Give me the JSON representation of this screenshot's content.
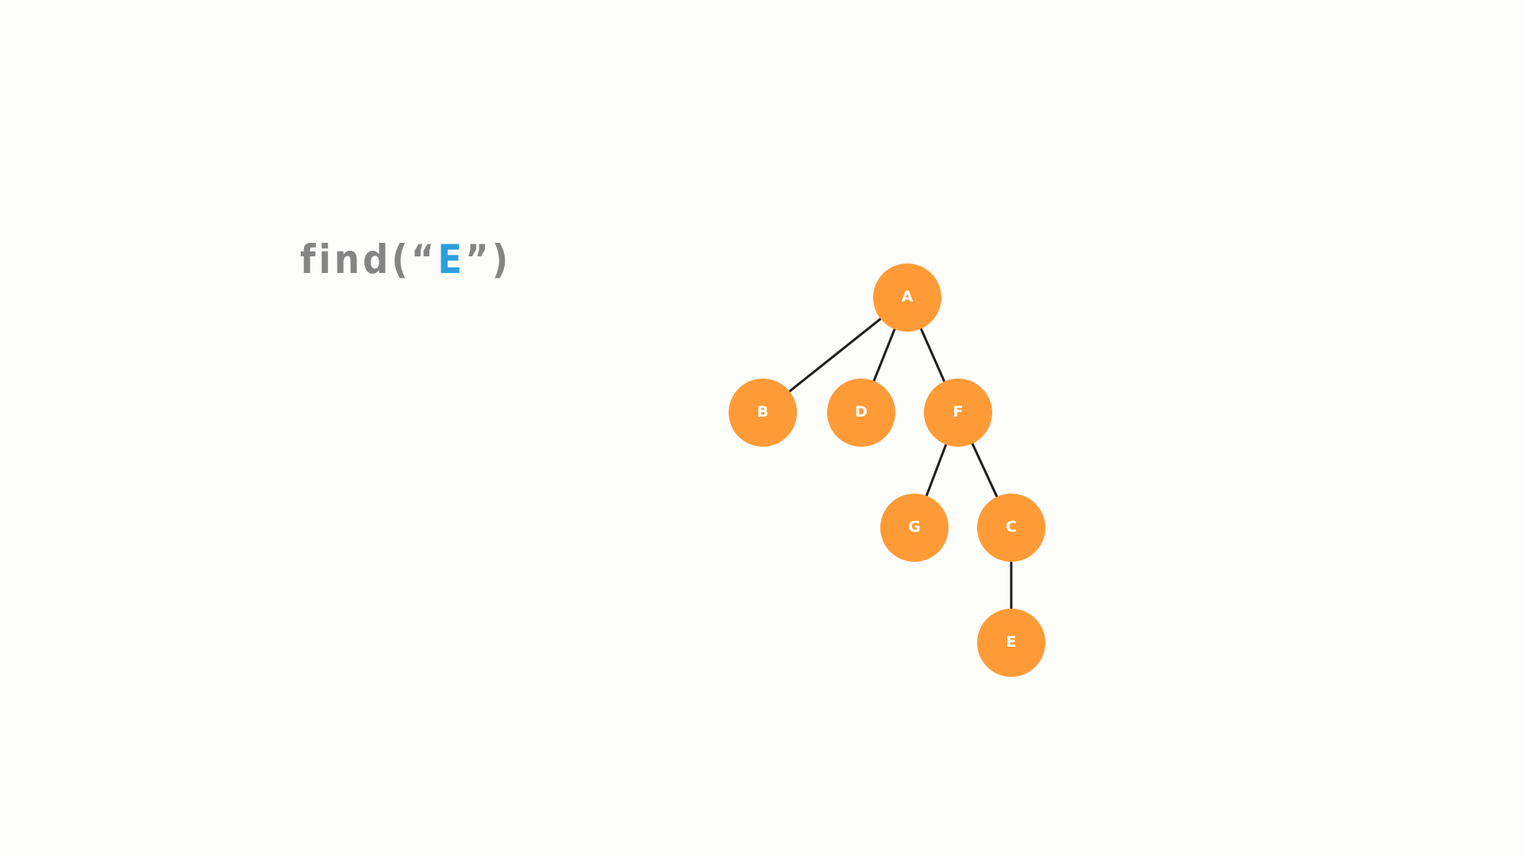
{
  "code": {
    "prefix": "find(“",
    "argument": "E",
    "suffix": "”)"
  },
  "colors": {
    "node_fill": "#ff9b37",
    "edge": "#1f1f1f",
    "code_text": "#858585",
    "argument_text": "#2e9fdc",
    "background": "#fdfdfb"
  },
  "tree": {
    "nodes": [
      {
        "id": "A",
        "label": "A"
      },
      {
        "id": "B",
        "label": "B"
      },
      {
        "id": "D",
        "label": "D"
      },
      {
        "id": "F",
        "label": "F"
      },
      {
        "id": "G",
        "label": "G"
      },
      {
        "id": "C",
        "label": "C"
      },
      {
        "id": "E",
        "label": "E"
      }
    ],
    "edges": [
      {
        "from": "A",
        "to": "B"
      },
      {
        "from": "A",
        "to": "D"
      },
      {
        "from": "A",
        "to": "F"
      },
      {
        "from": "F",
        "to": "G"
      },
      {
        "from": "F",
        "to": "C"
      },
      {
        "from": "C",
        "to": "E"
      }
    ]
  }
}
